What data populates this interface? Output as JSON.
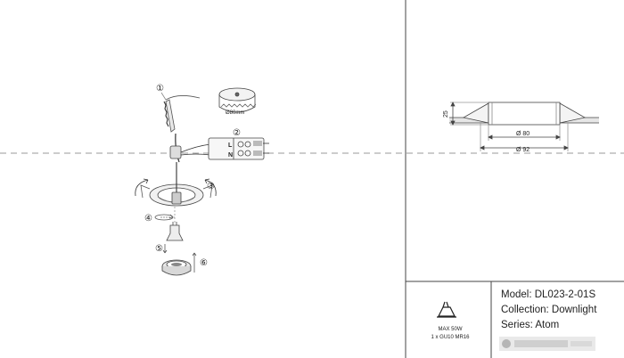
{
  "assembly": {
    "steps": [
      "①",
      "②",
      "③",
      "④",
      "⑤",
      "⑥"
    ],
    "cutout_label": "Ø80mm",
    "terminal_labels": [
      "L",
      "N"
    ]
  },
  "side_view": {
    "height_label": "25",
    "inner_diameter_label": "Ø 80",
    "outer_diameter_label": "Ø 92"
  },
  "spec": {
    "max_power": "MAX 50W",
    "lamp": "1 x GU10 MR16",
    "model": "Model: DL023-2-01S",
    "collection": "Collection: Downlight",
    "series": "Series: Atom"
  },
  "icons": {
    "lamp": "gu10-bulb-icon",
    "brand": "brand-logo"
  },
  "colors": {
    "line": "#333333",
    "dash": "#9a9a9a",
    "light": "#cfcfcf"
  }
}
